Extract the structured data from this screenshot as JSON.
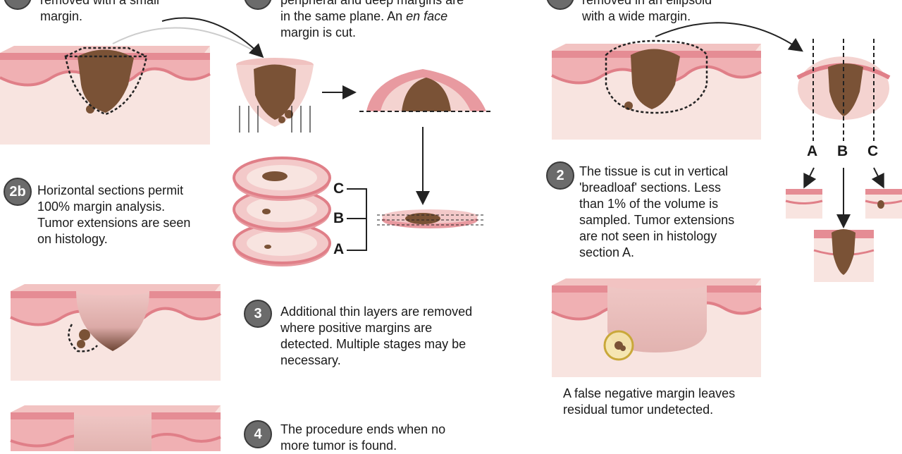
{
  "mohs": {
    "step1_text_partial": "removed with a small",
    "step1_text_margin": "margin.",
    "step2a_text_line1_partial": "peripheral and deep margins are",
    "step2a_text_line2": "in the same plane. An",
    "step2a_text_enface": "en face",
    "step2a_text_line3": "margin is cut.",
    "step2b_badge": "2b",
    "step2b_text": [
      "Horizontal sections permit",
      "100% margin analysis.",
      "Tumor extensions are seen",
      "on histology."
    ],
    "section_labels": [
      "C",
      "B",
      "A"
    ],
    "step3_badge": "3",
    "step3_text": [
      "Additional thin layers are removed",
      "where positive margins are",
      "detected. Multiple stages may be",
      "necessary."
    ],
    "step4_badge": "4",
    "step4_text": [
      "The procedure ends when no",
      "more tumor is found."
    ]
  },
  "conventional": {
    "step1_text_partial": "removed in an ellipsoid",
    "step1_text_line2": "with a wide margin.",
    "cut_labels": [
      "A",
      "B",
      "C"
    ],
    "step2_badge": "2",
    "step2_text": [
      "The tissue is cut in vertical",
      "'breadloaf' sections. Less",
      "than 1% of the volume is",
      "sampled. Tumor extensions",
      "are not seen in histology",
      "section A."
    ],
    "false_negative_text": [
      "A false negative margin leaves",
      "residual tumor undetected."
    ]
  },
  "colors": {
    "skin_top": "#e8959b",
    "skin_mid": "#f3c9c9",
    "dermis": "#f7e0dc",
    "tumor": "#7a5236",
    "badge": "#6b6b6b",
    "highlight": "#e8d070"
  }
}
